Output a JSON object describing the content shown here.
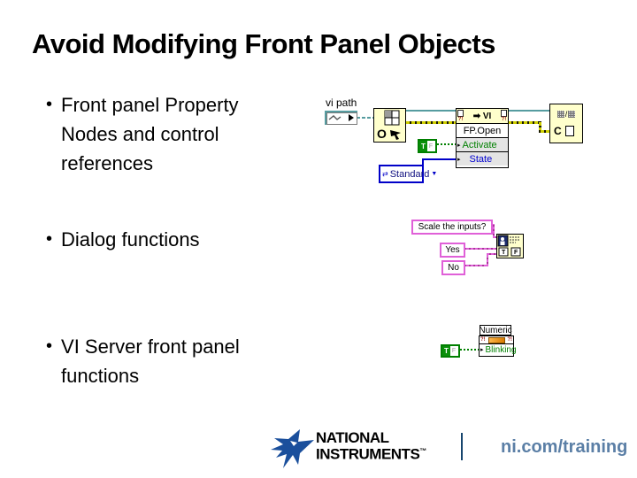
{
  "slide": {
    "title": "Avoid Modifying Front Panel Objects",
    "bullet_char": "•",
    "bullets": [
      "Front panel Property Nodes and control references",
      "Dialog functions",
      "VI Server front panel functions"
    ]
  },
  "vi_server_diagram": {
    "path_label": "vi path",
    "open_node_letter": "O",
    "close_node_letter": "C",
    "slash": "/",
    "property_node": {
      "warning": "?!",
      "class_label": "VI",
      "rows": [
        {
          "label": "FP.Open"
        },
        {
          "label": "Activate"
        },
        {
          "label": "State"
        }
      ]
    },
    "bool_constant": {
      "true": "T",
      "false": "F"
    },
    "enum_constant": {
      "value": "Standard"
    }
  },
  "dialog_diagram": {
    "message": "Scale the inputs?",
    "button_yes": "Yes",
    "button_no": "No",
    "node_true": "T",
    "node_false": "F"
  },
  "blinking_diagram": {
    "control_label": "Numeric",
    "warning": "?!",
    "property_row": "Blinking",
    "bool_constant": {
      "true": "T",
      "false": "F"
    }
  },
  "footer": {
    "brand_line1": "NATIONAL",
    "brand_line2": "INSTRUMENTS",
    "trademark": "™",
    "url": "ni.com/training"
  },
  "icons": {
    "flow_arrow": "➡",
    "dropdown_arrow": "▼",
    "enum_coupler": "⇄",
    "row_marker": "▸"
  },
  "colors": {
    "ni_blue": "#1A4F9C",
    "url_blue": "#5B7FA6",
    "node_yellow": "#FFFFCC",
    "refnum_teal": "#569CA0",
    "error_wire": "#CFCF00",
    "boolean_green": "#007F00",
    "enum_blue": "#0000C8",
    "string_pink": "#E060D8",
    "activate_green": "#008000",
    "state_blue": "#0000D0"
  }
}
